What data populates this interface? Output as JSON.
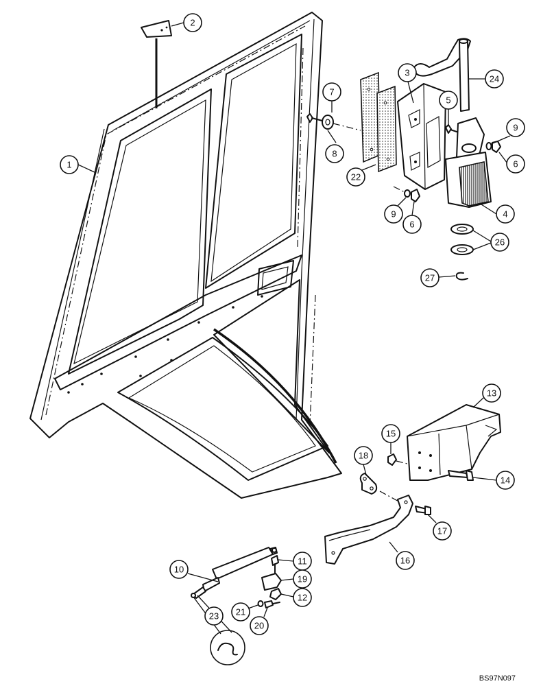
{
  "drawing_code": "BS97N097",
  "callouts": [
    "1",
    "2",
    "3",
    "4",
    "5",
    "6",
    "6",
    "7",
    "8",
    "9",
    "9",
    "10",
    "11",
    "12",
    "13",
    "14",
    "15",
    "16",
    "17",
    "18",
    "19",
    "20",
    "21",
    "22",
    "23",
    "24",
    "26",
    "27"
  ],
  "colors": {
    "line": "#111111",
    "background": "#ffffff"
  }
}
